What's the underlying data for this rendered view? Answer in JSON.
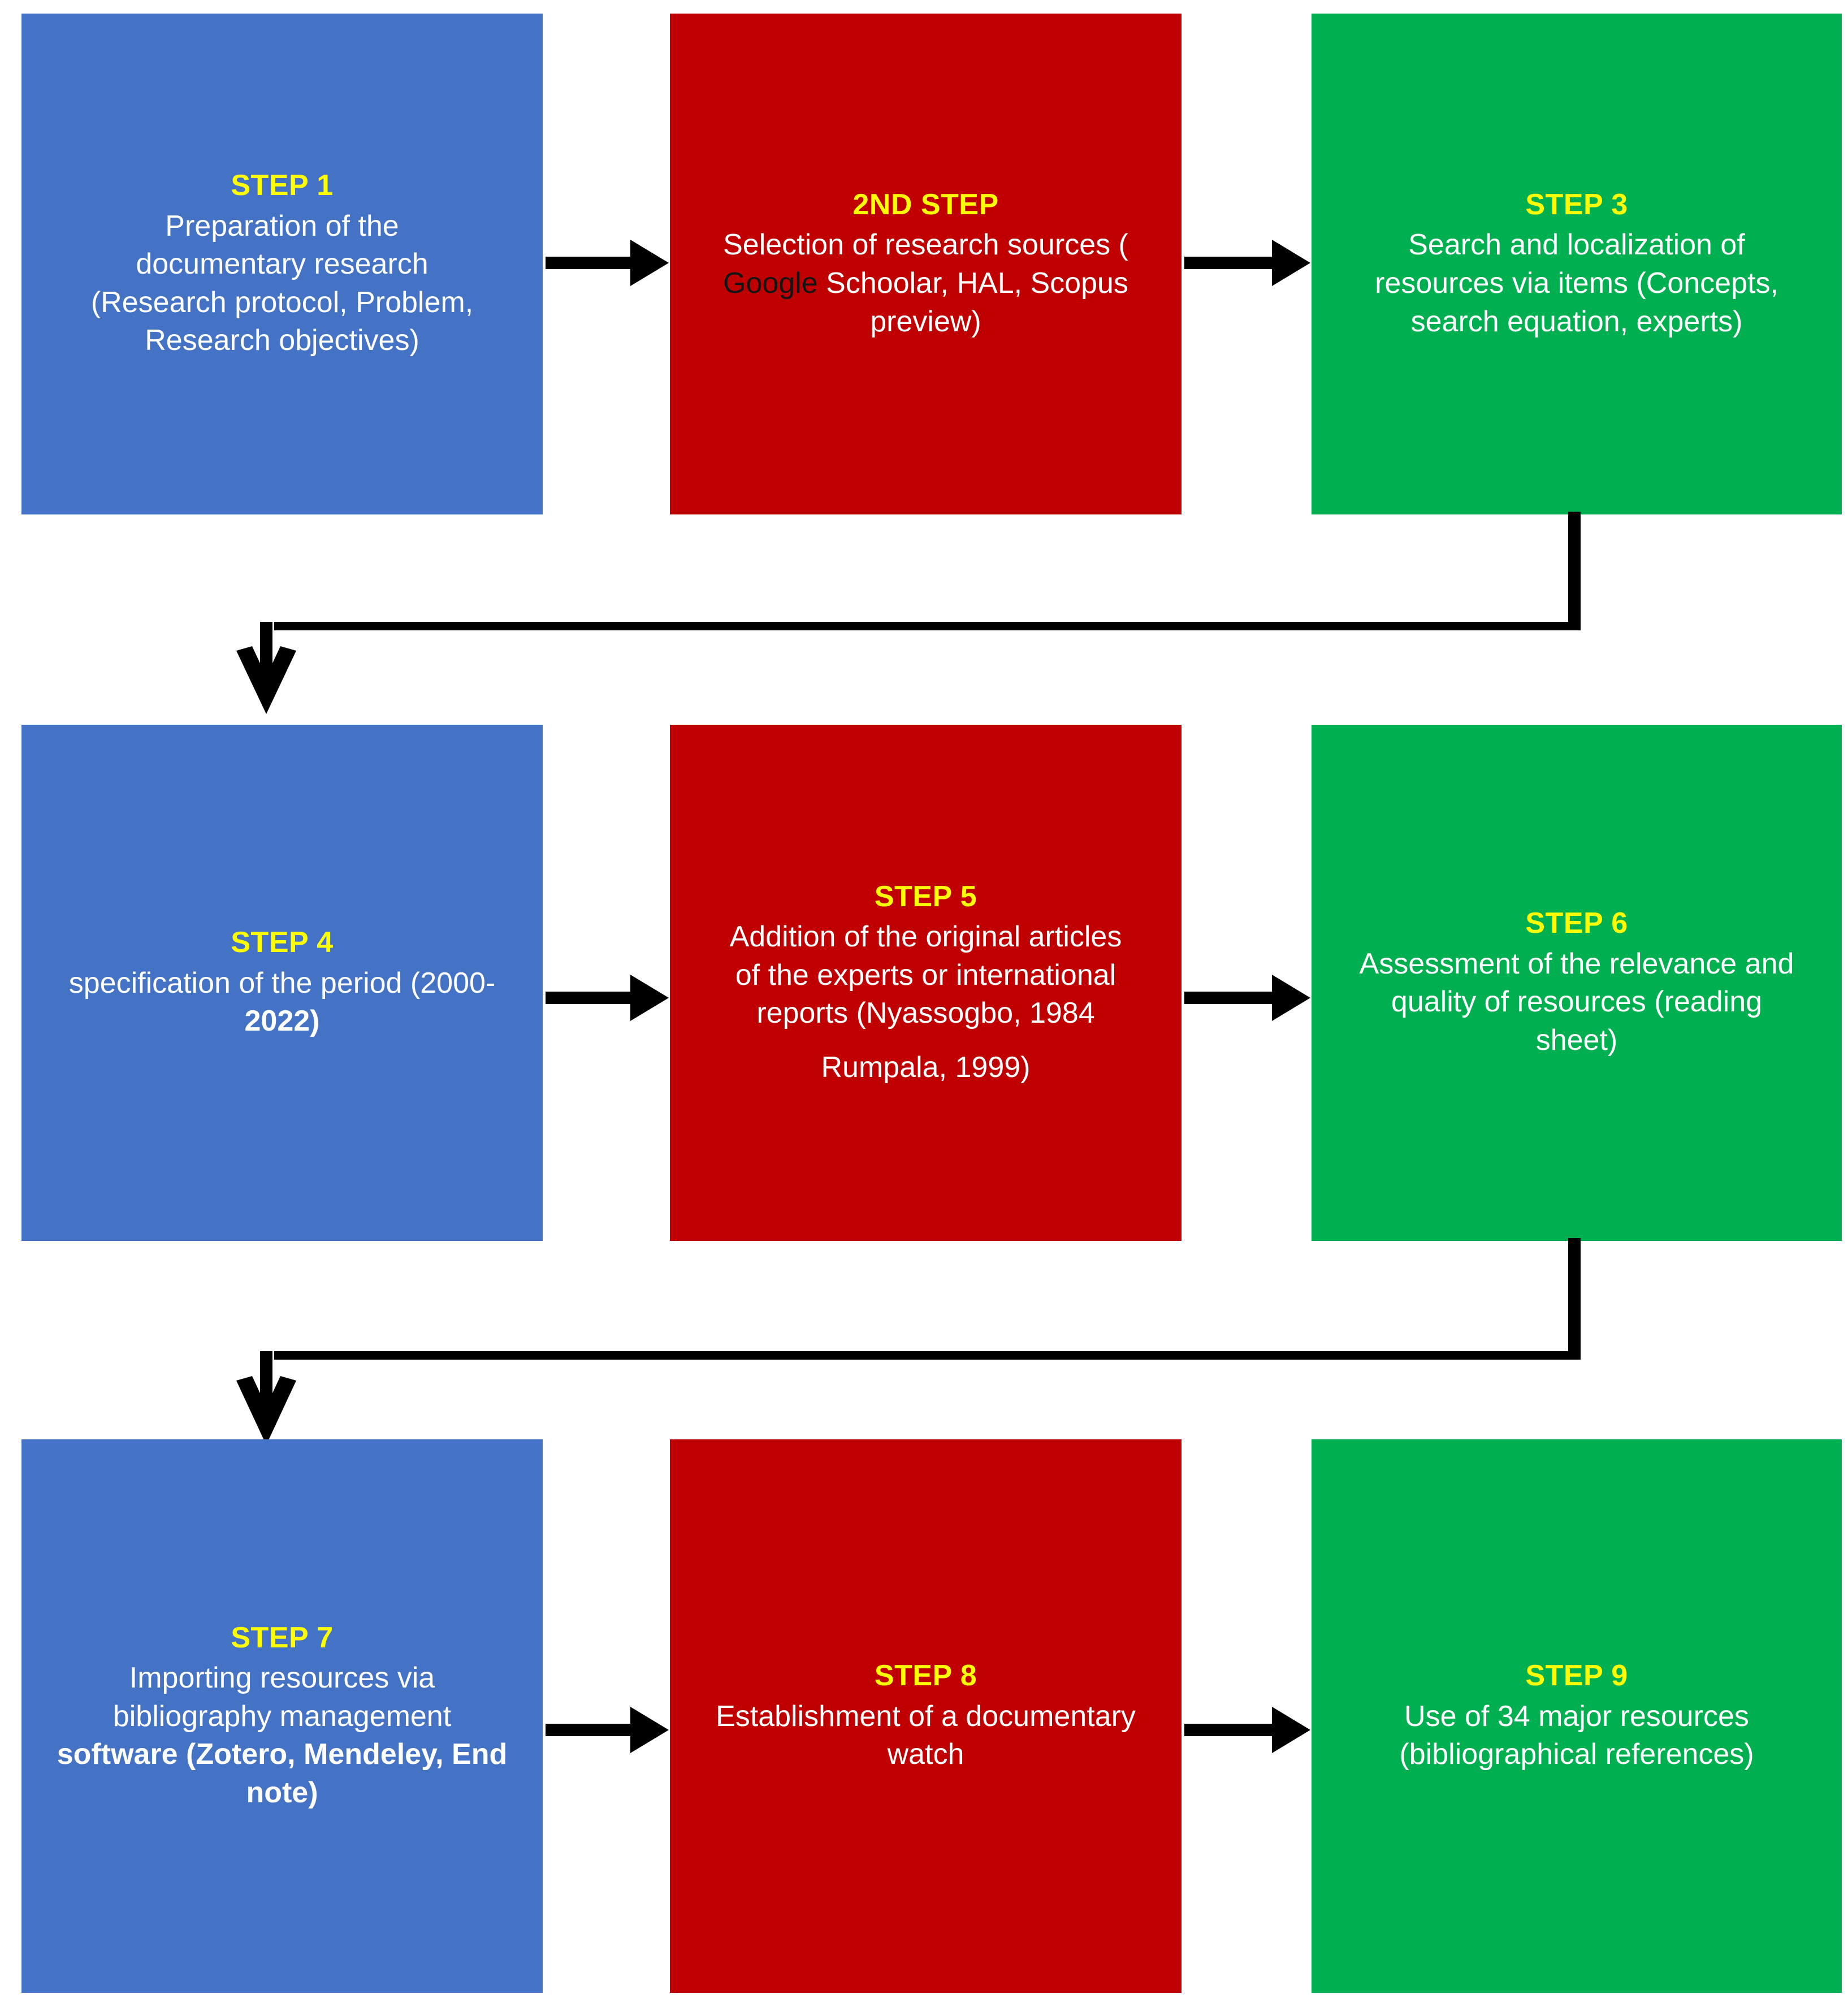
{
  "diagram": {
    "title": "Documentary research methodology flowchart",
    "colors": {
      "blue": "#4472C4",
      "red": "#C00000",
      "green": "#00B050",
      "step_label": "#FFFF00",
      "body_text": "#FFFFFF",
      "connector": "#000000",
      "background": "#FFFFFF"
    },
    "rows": [
      {
        "index": 1,
        "boxes": [
          {
            "id": "step-1",
            "color": "blue",
            "title": "STEP 1",
            "lines": [
              "Preparation of the",
              "documentary research",
              "(Research protocol, Problem,",
              "Research objectives)"
            ]
          },
          {
            "id": "step-2",
            "color": "red",
            "title": "2ND STEP",
            "lines": [
              "Selection of research sources (",
              "Google Schoolar, HAL, Scopus",
              "preview)"
            ],
            "emphasis": {
              "dark_word": "Google"
            }
          },
          {
            "id": "step-3",
            "color": "green",
            "title": "STEP 3",
            "lines": [
              "Search and localization of",
              "resources via items (Concepts,",
              "search equation, experts)"
            ]
          }
        ]
      },
      {
        "index": 2,
        "boxes": [
          {
            "id": "step-4",
            "color": "blue",
            "title": "STEP 4",
            "lines": [
              "specification of the period (2000-",
              "2022)"
            ],
            "emphasis": {
              "bold_tail": "2022)"
            }
          },
          {
            "id": "step-5",
            "color": "red",
            "title": "STEP 5",
            "lines": [
              "Addition of the original articles",
              "of the experts or international",
              "reports (Nyassogbo, 1984",
              "Rumpala, 1999)"
            ]
          },
          {
            "id": "step-6",
            "color": "green",
            "title": "STEP 6",
            "lines": [
              "Assessment of the relevance and",
              "quality of resources (reading",
              "sheet)"
            ]
          }
        ]
      },
      {
        "index": 3,
        "boxes": [
          {
            "id": "step-7",
            "color": "blue",
            "title": "STEP 7",
            "lines": [
              "Importing resources via",
              "bibliography management",
              "software (Zotero, Mendeley, End",
              "note)"
            ],
            "emphasis": {
              "bold_tail": "software (Zotero, Mendeley, End note)"
            }
          },
          {
            "id": "step-8",
            "color": "red",
            "title": "STEP 8",
            "lines": [
              "Establishment of a documentary",
              "watch"
            ]
          },
          {
            "id": "step-9",
            "color": "green",
            "title": "STEP 9",
            "lines": [
              "Use of 34 major resources",
              "(bibliographical references)"
            ]
          }
        ]
      }
    ],
    "connectors": [
      {
        "id": "arrow-1-to-2",
        "kind": "arrow-right"
      },
      {
        "id": "arrow-2-to-3",
        "kind": "arrow-right"
      },
      {
        "id": "elbow-3-to-4",
        "kind": "elbow-down-left"
      },
      {
        "id": "arrow-4-to-5",
        "kind": "arrow-right"
      },
      {
        "id": "arrow-5-to-6",
        "kind": "arrow-right"
      },
      {
        "id": "elbow-6-to-7",
        "kind": "elbow-down-left"
      },
      {
        "id": "arrow-7-to-8",
        "kind": "arrow-right"
      },
      {
        "id": "arrow-8-to-9",
        "kind": "arrow-right"
      }
    ]
  }
}
